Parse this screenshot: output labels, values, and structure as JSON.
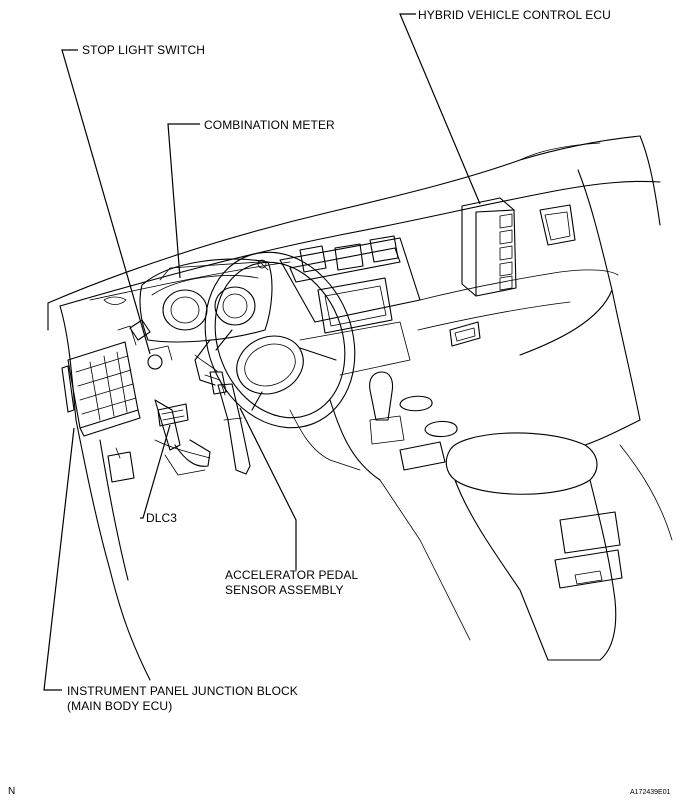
{
  "labels": {
    "hybrid_ecu": "HYBRID VEHICLE CONTROL ECU",
    "stop_light_switch": "STOP LIGHT SWITCH",
    "combination_meter": "COMBINATION METER",
    "dlc3": "DLC3",
    "accel_line1": "ACCELERATOR PEDAL",
    "accel_line2": "SENSOR ASSEMBLY",
    "jb_line1": "INSTRUMENT PANEL JUNCTION BLOCK",
    "jb_line2": "(MAIN BODY ECU)"
  },
  "footer": {
    "left": "N",
    "right": "A172439E01"
  }
}
